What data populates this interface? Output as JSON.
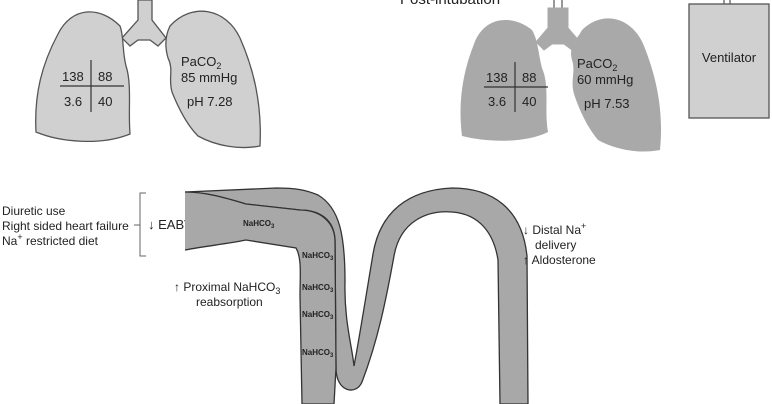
{
  "pre_intubation": {
    "box_tl": "138",
    "box_tr": "88",
    "box_bl": "3.6",
    "box_br": "40",
    "paco2_label": "PaCO",
    "paco2_sub": "2",
    "paco2_value": "85 mmHg",
    "ph": "pH 7.28"
  },
  "post_intubation": {
    "title": "Post-intubation",
    "box_tl": "138",
    "box_tr": "88",
    "box_bl": "3.6",
    "box_br": "40",
    "paco2_label": "PaCO",
    "paco2_sub": "2",
    "paco2_value": "60 mmHg",
    "ph": "pH 7.53"
  },
  "ventilator": {
    "label": "Ventilator"
  },
  "causes": {
    "items": [
      "Diuretic use",
      "Right sided heart failure",
      "Na"
    ],
    "item3_sup": "+",
    "item3_rest": " restricted diet",
    "eabv": "↓ EABV"
  },
  "nephron": {
    "nahco3_main": "NaHCO",
    "sub3": "3",
    "nahco3_labels": [
      "NaHCO",
      "NaHCO",
      "NaHCO",
      "NaHCO"
    ]
  },
  "proximal": {
    "line1": "↑ Proximal NaHCO",
    "line1_sub": "3",
    "line2": "reabsorption"
  },
  "distal": {
    "line1": "↓ Distal Na",
    "line1_sup": "+",
    "line2": "delivery",
    "line3": "↑ Aldosterone"
  },
  "colors": {
    "lung_pre": "#d0d0d0",
    "lung_post": "#a9a9a9",
    "tubule": "#a8a8a8",
    "ventilator": "#d0d0d0",
    "outline": "#555555"
  }
}
